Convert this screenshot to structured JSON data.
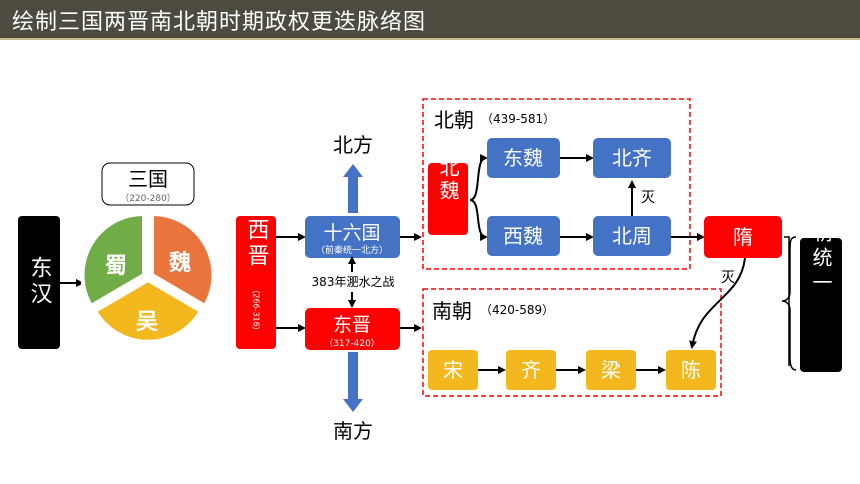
{
  "header": {
    "title": "绘制三国两晋南北朝时期政权更迭脉络图"
  },
  "colors": {
    "red": "#ff0000",
    "blue": "#4472c4",
    "orange": "#e9753d",
    "green": "#70ad47",
    "yellow": "#f3b81d",
    "black": "#000000"
  },
  "nodes": {
    "donghan": "东汉",
    "sanguo": "三国",
    "sanguo_years": "（220-280）",
    "wei": "魏",
    "shu": "蜀",
    "wu": "吴",
    "xijin": "西晋",
    "xijin_years": "（266-316）",
    "shiliuguo": "十六国",
    "shiliuguo_sub": "（前秦统一北方）",
    "feishui": "383年淝水之战",
    "dongjin": "东晋",
    "dongjin_years": "（317-420）",
    "north": "北方",
    "south": "南方",
    "beichao_label": "北朝",
    "beichao_years": "（439-581）",
    "beiwei": "北魏",
    "dongwei": "东魏",
    "xiwei": "西魏",
    "beiqi": "北齐",
    "beizhou": "北周",
    "mie1": "灭",
    "nanchao_label": "南朝",
    "nanchao_years": "（420-589）",
    "song": "宋",
    "qi": "齐",
    "liang": "梁",
    "chen": "陈",
    "sui": "隋",
    "mie2": "灭",
    "suichao_tongyi": "隋朝统一"
  }
}
